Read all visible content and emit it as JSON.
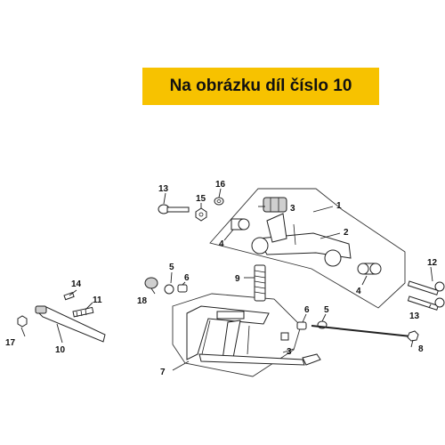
{
  "banner": {
    "text": "Na obrázku díl číslo 10",
    "color": "#f7c200"
  },
  "callouts": [
    {
      "id": "c1",
      "text": "1"
    },
    {
      "id": "c2",
      "text": "2"
    },
    {
      "id": "c3a",
      "text": "3"
    },
    {
      "id": "c3b",
      "text": "3"
    },
    {
      "id": "c4a",
      "text": "4"
    },
    {
      "id": "c4b",
      "text": "4"
    },
    {
      "id": "c5a",
      "text": "5"
    },
    {
      "id": "c5b",
      "text": "5"
    },
    {
      "id": "c6a",
      "text": "6"
    },
    {
      "id": "c6b",
      "text": "6"
    },
    {
      "id": "c7",
      "text": "7"
    },
    {
      "id": "c8",
      "text": "8"
    },
    {
      "id": "c9",
      "text": "9"
    },
    {
      "id": "c10",
      "text": "10"
    },
    {
      "id": "c11",
      "text": "11"
    },
    {
      "id": "c12",
      "text": "12"
    },
    {
      "id": "c13a",
      "text": "13"
    },
    {
      "id": "c13b",
      "text": "13"
    },
    {
      "id": "c14",
      "text": "14"
    },
    {
      "id": "c15",
      "text": "15"
    },
    {
      "id": "c16",
      "text": "16"
    },
    {
      "id": "c17",
      "text": "17"
    },
    {
      "id": "c18",
      "text": "18"
    }
  ]
}
